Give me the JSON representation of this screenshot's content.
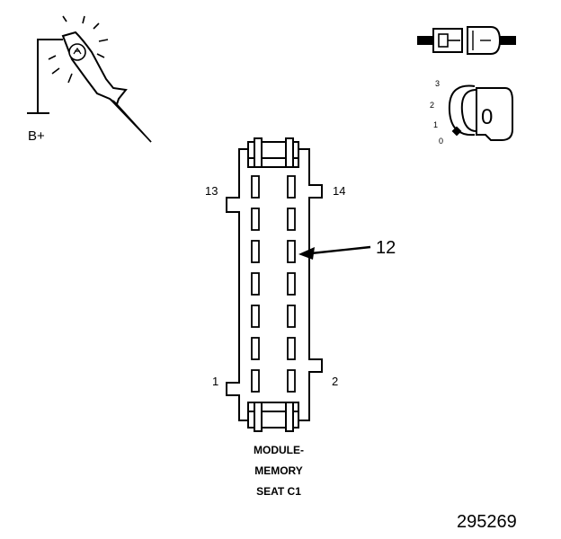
{
  "probe": {
    "label": "B+"
  },
  "ignition": {
    "positions": [
      "3",
      "2",
      "1",
      "0"
    ],
    "key_label": "0"
  },
  "connector": {
    "pin_labels": {
      "top_left": "13",
      "top_right": "14",
      "bottom_left": "1",
      "bottom_right": "2"
    },
    "callout": "12",
    "title_lines": [
      "MODULE-",
      "MEMORY",
      "SEAT C1"
    ]
  },
  "figure_number": "295269"
}
